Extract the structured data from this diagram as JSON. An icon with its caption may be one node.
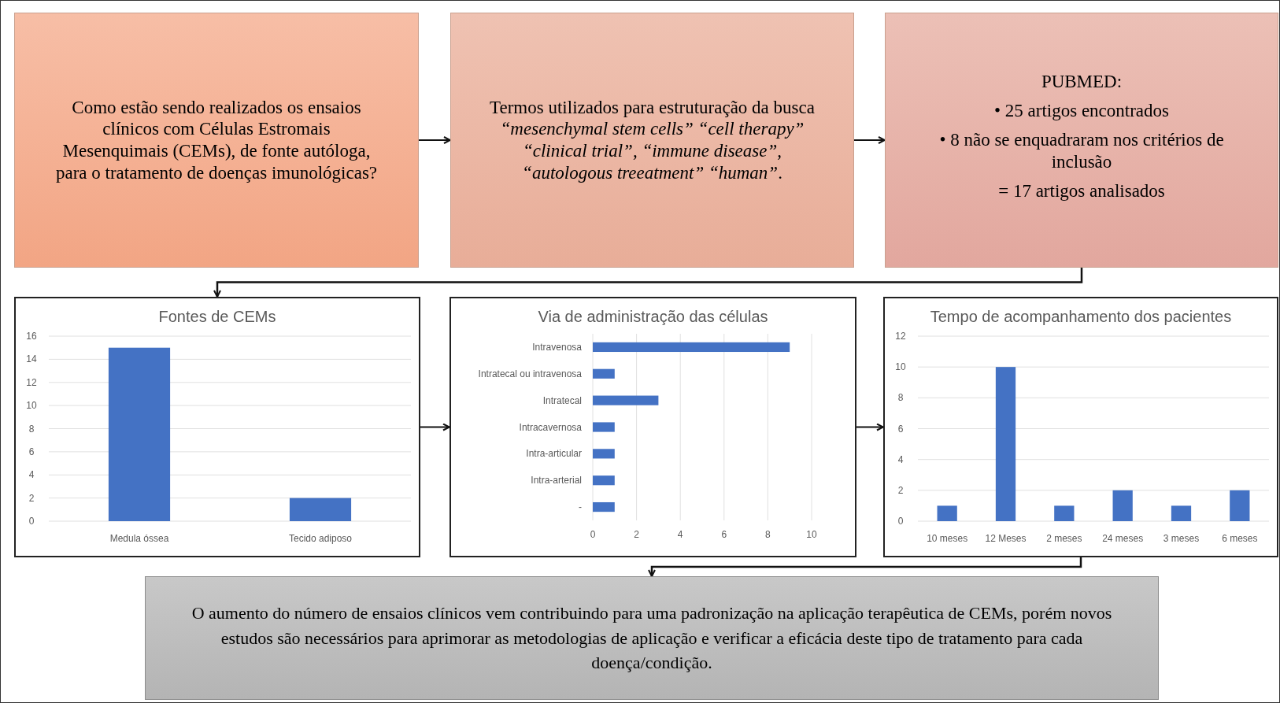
{
  "diagram": {
    "nodes": [
      {
        "text": [
          "Como estão sendo realizados os ensaios clínicos com Células Estromais Mesenquimais (CEMs), de fonte autóloga, para o tratamento de doenças imunológicas?"
        ]
      },
      {
        "text": [
          "Termos utilizados para estruturação da busca *“mesenchymal stem cells” “cell therapy” “clinical trial”, “immune disease”, “autologous treeatment” “human”*."
        ]
      },
      {
        "text": [
          "PUBMED:",
          "• 25 artigos encontrados",
          "• 8 não se enquadraram nos critérios de inclusão",
          "= 17 artigos analisados"
        ]
      },
      {
        "text": [],
        "shape": "box"
      },
      {
        "text": [],
        "shape": "box"
      },
      {
        "text": [],
        "shape": "box"
      },
      {
        "text": [
          "O aumento do número de ensaios clínicos vem contribuindo para uma padronização na aplicação terapêutica de CEMs, porém novos estudos são necessários para aprimorar as metodologias de aplicação e verificar a eficácia deste tipo de tratamento para cada doença/condição."
        ]
      }
    ],
    "edges": [
      {
        "from": 0,
        "to": 1,
        "arrow": "to"
      },
      {
        "from": 1,
        "to": 2,
        "arrow": "to"
      },
      {
        "from": 2,
        "to": 3,
        "arrow": "to"
      },
      {
        "from": 3,
        "to": 4,
        "arrow": "to"
      },
      {
        "from": 4,
        "to": 5,
        "arrow": "to"
      },
      {
        "from": 5,
        "to": 6,
        "arrow": "to"
      }
    ],
    "chart_data": [
      {
        "type": "bar",
        "title": "Fontes de CEMs",
        "categories": [
          "Medula óssea",
          "Tecido adiposo"
        ],
        "series": [
          {
            "color": "#4472c4",
            "values": [
              15,
              2
            ]
          }
        ],
        "ylim": [
          0,
          16
        ],
        "yticks": [
          0,
          2,
          4,
          6,
          8,
          10,
          12,
          14,
          16
        ],
        "grid": true
      },
      {
        "type": "bar",
        "orientation": "horizontal",
        "title": "Via de administração das células",
        "categories": [
          "Intravenosa",
          "Intratecal ou intravenosa",
          "Intratecal",
          "Intracavernosa",
          "Intra-articular",
          "Intra-arterial",
          "-"
        ],
        "series": [
          {
            "color": "#4472c4",
            "values": [
              9,
              1,
              3,
              1,
              1,
              1,
              1
            ]
          }
        ],
        "xlim": [
          0,
          10
        ],
        "xticks": [
          0,
          2,
          4,
          6,
          8,
          10
        ],
        "grid": true
      },
      {
        "type": "bar",
        "title": "Tempo de acompanhamento dos pacientes",
        "categories": [
          "10 meses",
          "12 Meses",
          "2 meses",
          "24 meses",
          "3 meses",
          "6 meses"
        ],
        "series": [
          {
            "color": "#4472c4",
            "values": [
              1,
              10,
              1,
              2,
              1,
              2
            ]
          }
        ],
        "ylim": [
          0,
          12
        ],
        "yticks": [
          0,
          2,
          4,
          6,
          8,
          10,
          12
        ],
        "grid": true
      }
    ]
  }
}
